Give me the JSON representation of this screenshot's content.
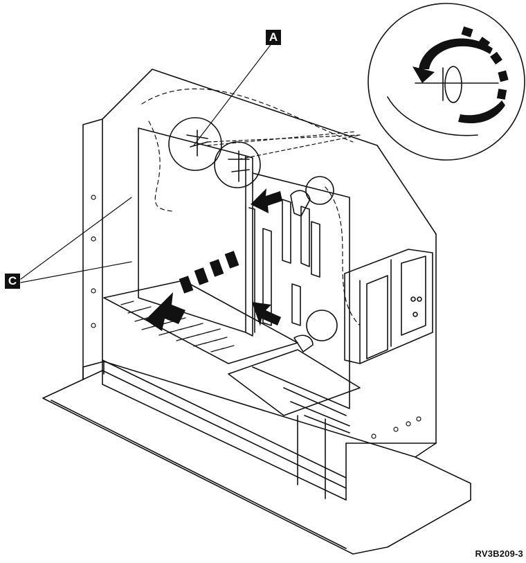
{
  "callouts": {
    "a": "A",
    "c": "C"
  },
  "figure_id": "RV3B209-3"
}
